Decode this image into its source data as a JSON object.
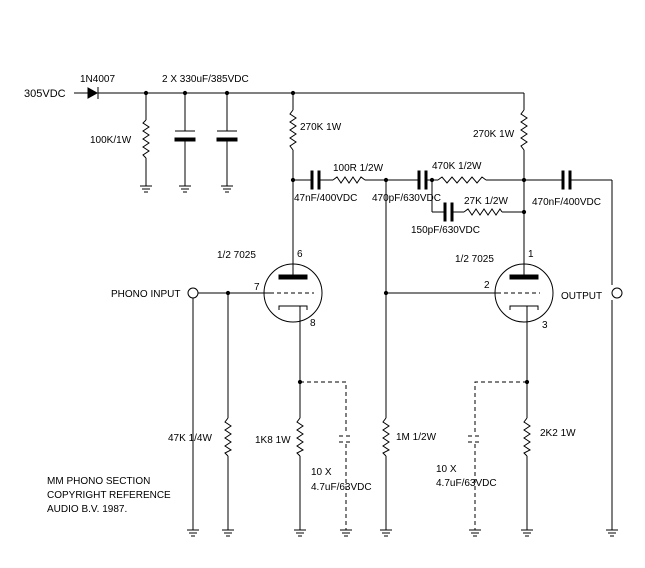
{
  "labels": {
    "supply": "305VDC",
    "diode": "1N4007",
    "filter_caps": "2 X 330uF/385VDC",
    "r_bleeder": "100K/1W",
    "r_plate1": "270K 1W",
    "r_plate2": "270K 1W",
    "c_couple1": "47nF/400VDC",
    "r_series": "100R 1/2W",
    "c_470p": "470pF/630VDC",
    "r_470k": "470K 1/2W",
    "r_27k": "27K 1/2W",
    "c_150p": "150pF/630VDC",
    "c_out": "470nF/400VDC",
    "tube1": "1/2 7025",
    "tube2": "1/2 7025",
    "pin6": "6",
    "pin7": "7",
    "pin8": "8",
    "pin1": "1",
    "pin2": "2",
    "pin3": "3",
    "input": "PHONO INPUT",
    "output": "OUTPUT",
    "r_input": "47K 1/4W",
    "r_cathode1": "1K8 1W",
    "c_bypass1_a": "10 X",
    "c_bypass1_b": "4.7uF/63VDC",
    "r_grid2": "1M 1/2W",
    "c_bypass2_a": "10 X",
    "c_bypass2_b": "4.7uF/63VDC",
    "r_cathode2": "2K2 1W",
    "copyright_1": "MM PHONO SECTION",
    "copyright_2": "COPYRIGHT REFERENCE",
    "copyright_3": "AUDIO B.V. 1987."
  }
}
